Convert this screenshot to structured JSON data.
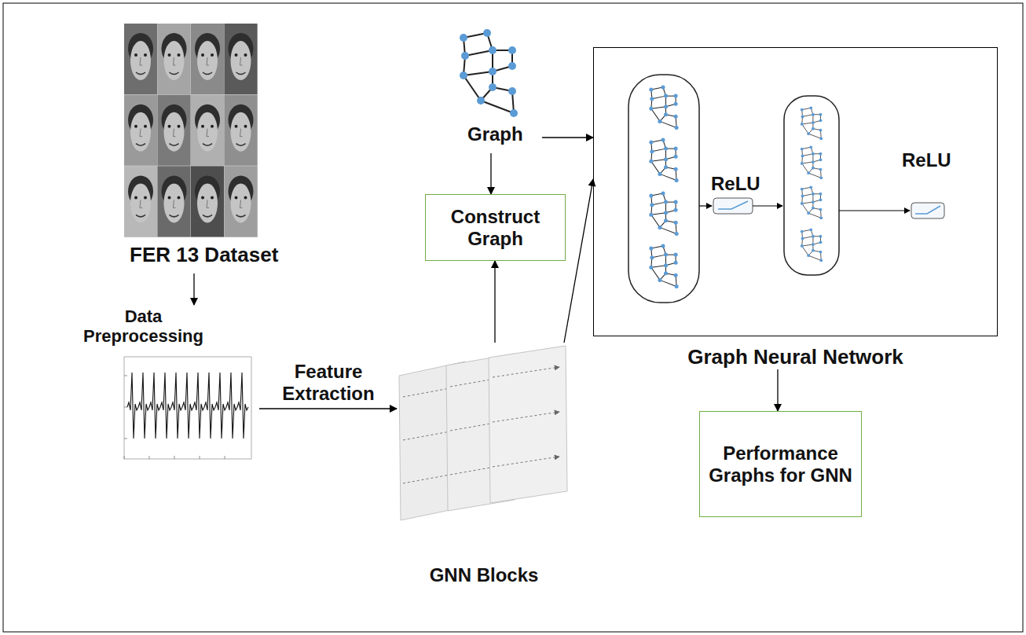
{
  "diagram": {
    "nodes": [
      {
        "text": [
          "FER 13 Dataset"
        ]
      },
      {
        "text": [
          "Graph"
        ]
      },
      {
        "text": [
          "Graph Neural Network"
        ]
      },
      {
        "text": [
          "Construct Graph"
        ]
      },
      {
        "text": [
          "Data Preprocessing"
        ]
      },
      {
        "text": [
          "GNN Blocks"
        ]
      },
      {
        "text": [
          "Performance Graphs for GNN"
        ]
      }
    ],
    "edges": [
      {
        "from": 0,
        "to": 4,
        "arrow": "to"
      },
      {
        "from": 1,
        "to": 2,
        "arrow": "to"
      },
      {
        "from": 1,
        "to": 3,
        "arrow": "to"
      },
      {
        "from": 4,
        "to": 5,
        "label": "Feature Extraction",
        "arrow": "to"
      },
      {
        "from": 5,
        "to": 3,
        "arrow": "to"
      },
      {
        "from": 5,
        "to": 2,
        "arrow": "to"
      },
      {
        "from": 2,
        "to": 6,
        "arrow": "to"
      }
    ],
    "labels": [
      "ReLU",
      "ReLU"
    ]
  }
}
